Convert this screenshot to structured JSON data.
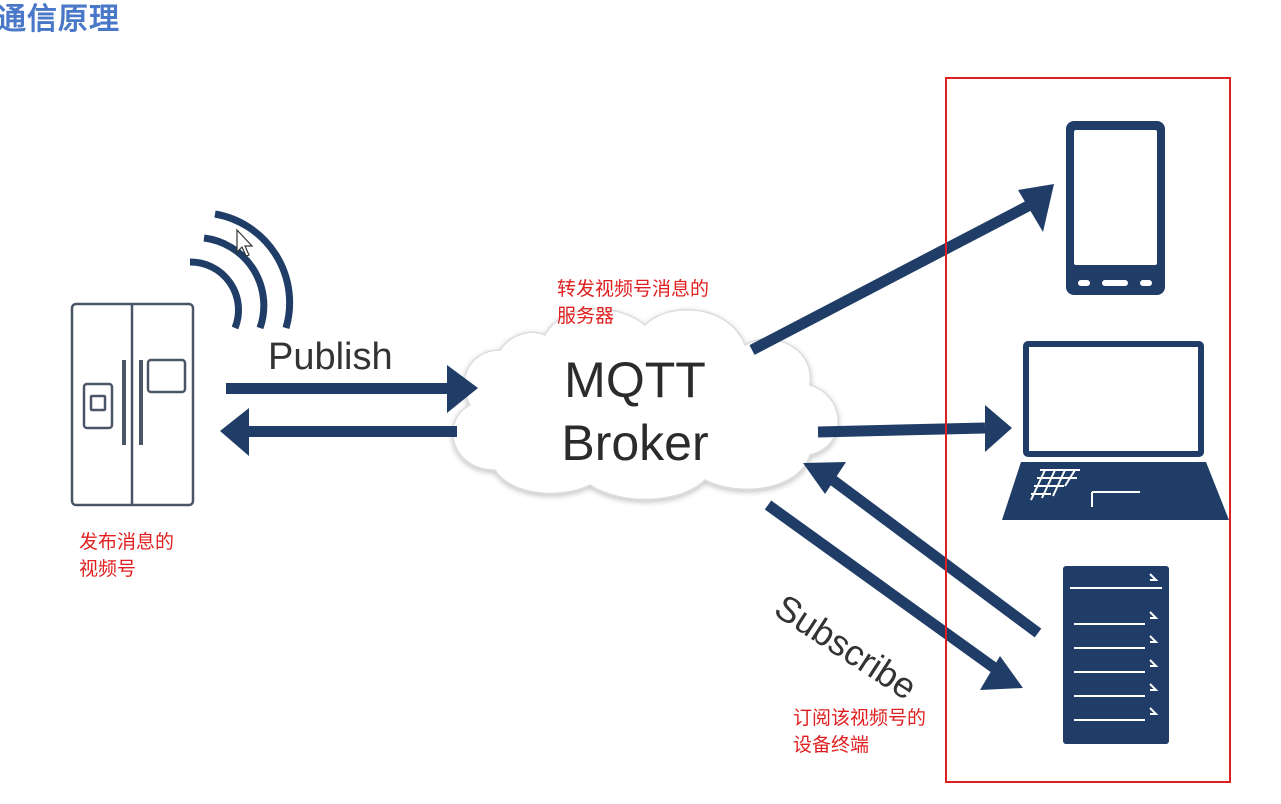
{
  "title": "通信原理",
  "diagram": {
    "broker_label_line1": "MQTT",
    "broker_label_line2": "Broker",
    "publish_label": "Publish",
    "subscribe_label": "Subscribe"
  },
  "annotations": {
    "broker": [
      "转发视频号消息的",
      "服务器"
    ],
    "publisher": [
      "发布消息的",
      "视频号"
    ],
    "subscriber": [
      "订阅该视频号的",
      "设备终端"
    ]
  },
  "icons": {
    "publisher_device": "refrigerator-icon",
    "signal": "wifi-signal-icon",
    "subscriber_1": "smartphone-icon",
    "subscriber_2": "laptop-icon",
    "subscriber_3": "server-icon"
  },
  "colors": {
    "arrow": "#1f3d66",
    "annotation": "#e02020",
    "title": "#4a78c8",
    "highlight_box": "#e02020"
  }
}
